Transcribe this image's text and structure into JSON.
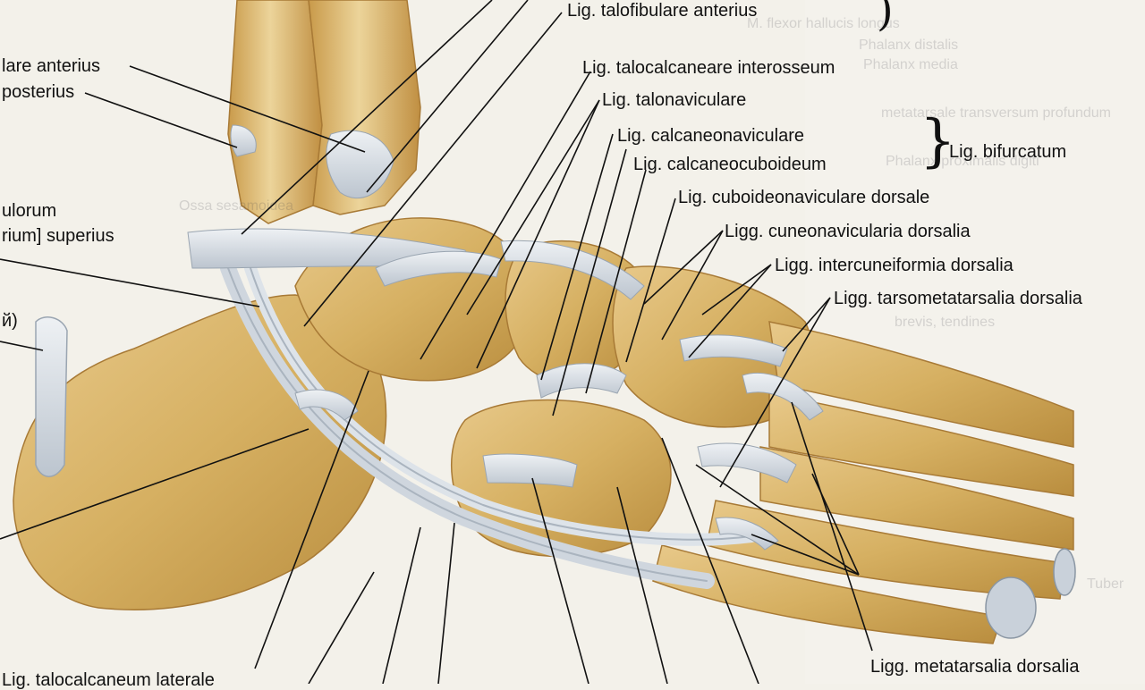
{
  "figure": {
    "colors": {
      "background": "#f3f1ea",
      "bone": "#d9b56b",
      "bone_dark": "#b98d3e",
      "ligament": "#d8dde3",
      "tendon": "#c9d1da",
      "leader": "#111111"
    },
    "labels": {
      "talofibulare_anterius": "Lig. talofibulare anterius",
      "tibiofibulare_anterius": "lare anterius",
      "tibiofibulare_posterius": "posterius",
      "talocalcaneare_interosseum": "Lig. talocalcaneare interosseum",
      "talonaviculare": "Lig. talonaviculare",
      "calcaneonaviculare": "Lig. calcaneonaviculare",
      "calcaneocuboideum": "Lig. calcaneocuboideum",
      "bifurcatum": "Lig. bifurcatum",
      "cuboideonaviculare_dorsale": "Lig. cuboideonaviculare dorsale",
      "cuneonavicularia_dorsalia": "Ligg. cuneonavicularia dorsalia",
      "intercuneiformia_dorsalia": "Ligg. intercuneiformia dorsalia",
      "tarsometatarsalia_dorsalia": "Ligg. tarsometatarsalia dorsalia",
      "retinaculum_line1": "ulorum",
      "retinaculum_line2": "rium] superius",
      "partial_left": "й)",
      "metatarsalia_dorsalia": "Ligg. metatarsalia dorsalia",
      "talocalcaneum_laterale": "Lig. talocalcaneum laterale"
    },
    "background_text": {
      "t1": "M. flexor hallucis longus",
      "t2": "Phalanx distalis",
      "t3": "Phalanx media",
      "t4": "metatarsale transversum profundum",
      "t5": "Phalanx proximalis digiti",
      "t6": "brevis, tendines",
      "t7": "Ossa sesamoidea",
      "t8": "Tuber"
    }
  }
}
